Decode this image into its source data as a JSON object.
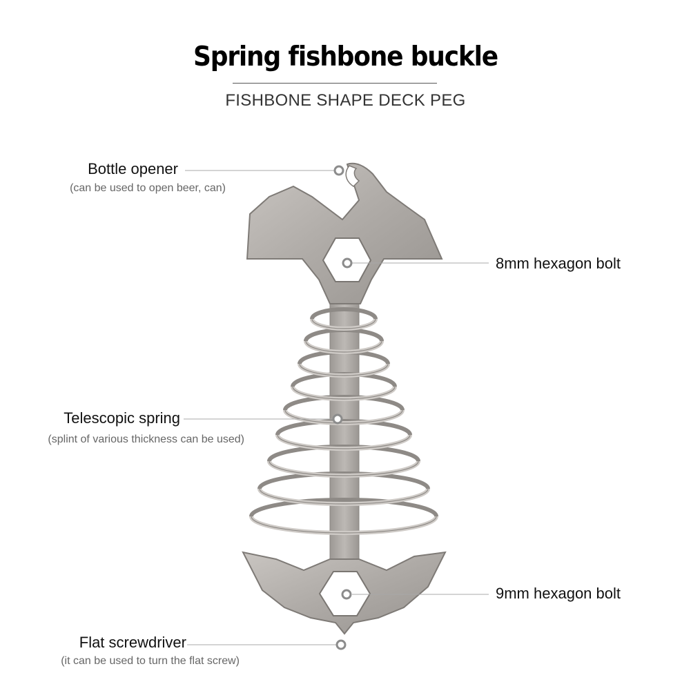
{
  "title": "Spring fishbone buckle",
  "subtitle": "FISHBONE SHAPE DECK PEG",
  "callouts": [
    {
      "id": "bottle-opener",
      "label": "Bottle opener",
      "note": "(can be used to open beer, can)"
    },
    {
      "id": "hexagon-8mm",
      "label": "8mm hexagon bolt"
    },
    {
      "id": "telescopic-spring",
      "label": "Telescopic spring",
      "note": "(splint of various thickness can be used)"
    },
    {
      "id": "hexagon-9mm",
      "label": "9mm hexagon bolt"
    },
    {
      "id": "flat-screwdriver",
      "label": "Flat screwdriver",
      "note": "(it can be used to turn the flat screw)"
    }
  ],
  "colors": {
    "metal": "#b4b0ac",
    "metal_dark": "#8c8884",
    "leader": "#a8a8a8"
  }
}
